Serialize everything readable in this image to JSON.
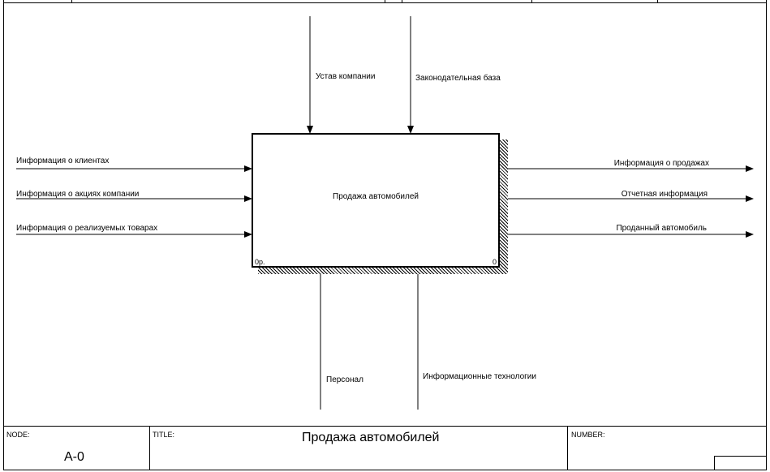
{
  "activity": {
    "name": "Продажа автомобилей",
    "cost": "0р.",
    "node_number": "0"
  },
  "controls": [
    {
      "label": "Устав компании"
    },
    {
      "label": "Законодательная база"
    }
  ],
  "inputs": [
    {
      "label": "Информация о клиентах"
    },
    {
      "label": "Информация о акциях компании"
    },
    {
      "label": "Информация о реализуемых товарах"
    }
  ],
  "outputs": [
    {
      "label": "Информация о продажах"
    },
    {
      "label": "Отчетная информация"
    },
    {
      "label": "Проданный автомобиль"
    }
  ],
  "mechanisms": [
    {
      "label": "Персонал"
    },
    {
      "label": "Информационные технологии"
    }
  ],
  "footer": {
    "node_label": "NODE:",
    "node_value": "A-0",
    "title_label": "TITLE:",
    "title_value": "Продажа автомобилей",
    "number_label": "NUMBER:"
  }
}
